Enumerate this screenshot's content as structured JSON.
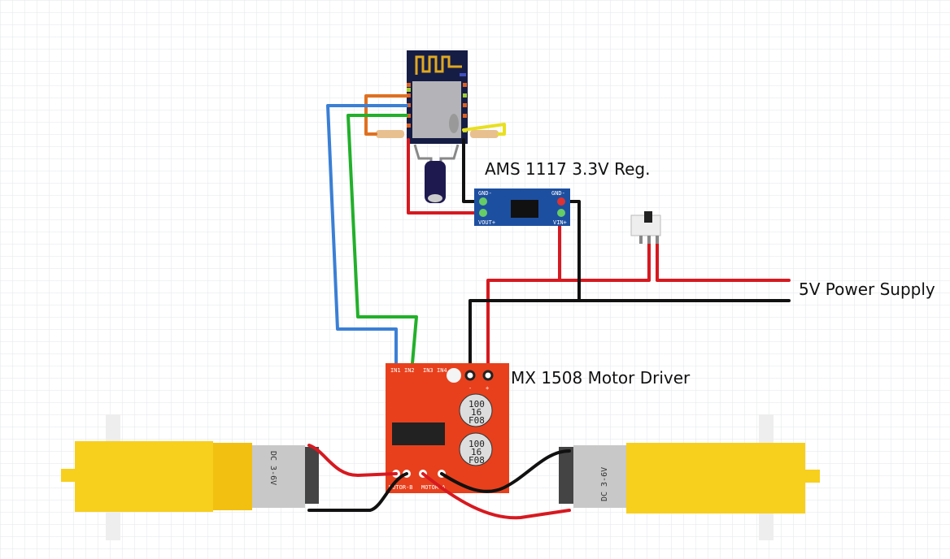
{
  "labels": {
    "regulator": "AMS 1117 3.3V Reg.",
    "power_supply": "5V Power Supply",
    "motor_driver": "MX 1508 Motor Driver"
  },
  "regulator_board": {
    "gnd_left": "GND-",
    "gnd_right": "GND-",
    "vout": "VOUT+",
    "vin": "VIN+"
  },
  "driver_board": {
    "inputs": [
      "IN1",
      "IN2",
      "IN3",
      "IN4"
    ],
    "minus": "-",
    "plus": "+",
    "motor_b": "MOTOR-B",
    "motor_a": "MOTOR-A",
    "cap_top": [
      "100",
      "16",
      "F08"
    ],
    "cap_bottom": [
      "100",
      "16",
      "F08"
    ]
  },
  "motors": {
    "left_label": "DC 3-6V",
    "right_label": "DC 3-6V"
  },
  "colors": {
    "red": "#d71920",
    "black": "#111111",
    "blue": "#3a7fd5",
    "green": "#22b02a",
    "orange": "#e07020",
    "yellow": "#e8e020",
    "board_red": "#e8401c",
    "reg_blue": "#1d4fa0",
    "motor_yellow": "#f7cf1d"
  }
}
